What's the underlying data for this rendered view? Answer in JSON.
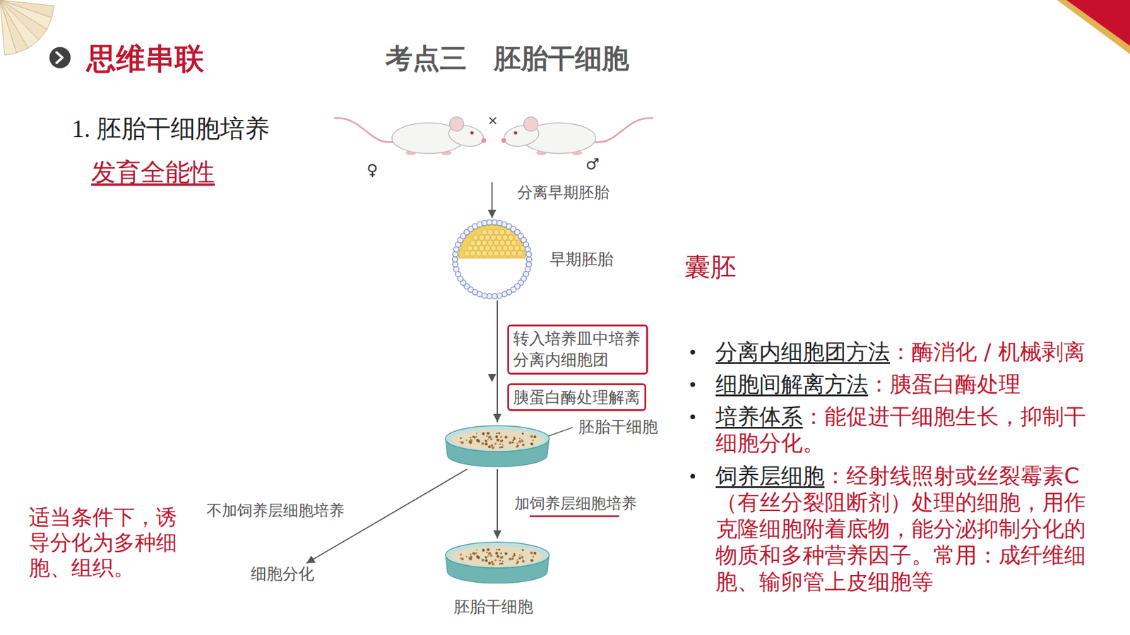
{
  "diagram": {
    "title": "考点三　胚胎干细胞",
    "nodes": [
      {
        "text": [
          "♀",
          "×",
          "♂"
        ]
      },
      {
        "text": [
          "早期胚胎"
        ]
      },
      {
        "text": [
          "转入培养皿中培养 分离内细胞团"
        ]
      },
      {
        "text": [
          "胰蛋白酶处理解离"
        ]
      },
      {
        "text": [
          "胚胎干细胞"
        ]
      },
      {
        "text": [
          "细胞分化"
        ]
      },
      {
        "text": [
          "胚胎干细胞"
        ]
      }
    ],
    "edges": [
      {
        "from": 0,
        "to": 1,
        "label": "分离早期胚胎",
        "arrow": "to"
      },
      {
        "from": 1,
        "to": 4,
        "arrow": "to"
      },
      {
        "from": 4,
        "to": 5,
        "label": "不加饲养层细胞培养",
        "arrow": "to"
      },
      {
        "from": 4,
        "to": 6,
        "label": "加饲养层细胞培养",
        "arrow": "to"
      }
    ],
    "labels": [
      "思维串联",
      "1. 胚胎干细胞培养",
      "发育全能性",
      "囊胚",
      "适当条件下，诱导分化为多种细胞、组织。",
      "分离内细胞团方法",
      "：酶消化 / 机械剥离",
      "细胞间解离方法",
      "：胰蛋白酶处理",
      "培养体系",
      "：能促进干细胞生长，抑制干细胞分化。",
      "饲养层细胞",
      "：经射线照射或丝裂霉素C（有丝分裂阻断剂）处理的细胞，用作克隆细胞附着底物，能分泌抑制分化的物质和多种营养因子。常用：成纤维细胞、输卵管上皮细胞等"
    ]
  }
}
